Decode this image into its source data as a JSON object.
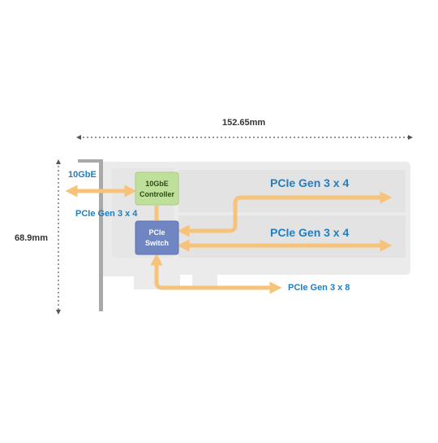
{
  "dimensions": {
    "width_label": "152.65mm",
    "height_label": "68.9mm"
  },
  "controller": {
    "line1": "10GbE",
    "line2": "Controller",
    "color": "#bfe09a"
  },
  "pcie_switch": {
    "line1": "PCIe",
    "line2": "Switch",
    "color": "#6f86c2"
  },
  "links": {
    "ethernet_label": "10GbE",
    "uplink_label": "PCIe Gen 3 x 4",
    "slot_top_label": "PCIe Gen 3 x 4",
    "slot_bottom_label": "PCIe Gen 3 x 4",
    "host_label": "PCIe Gen 3 x 8"
  },
  "colors": {
    "arrow": "#f7c27a",
    "board": "#ebebeb",
    "bracket": "#a9a9a9",
    "label_blue": "#1f7fc0"
  }
}
